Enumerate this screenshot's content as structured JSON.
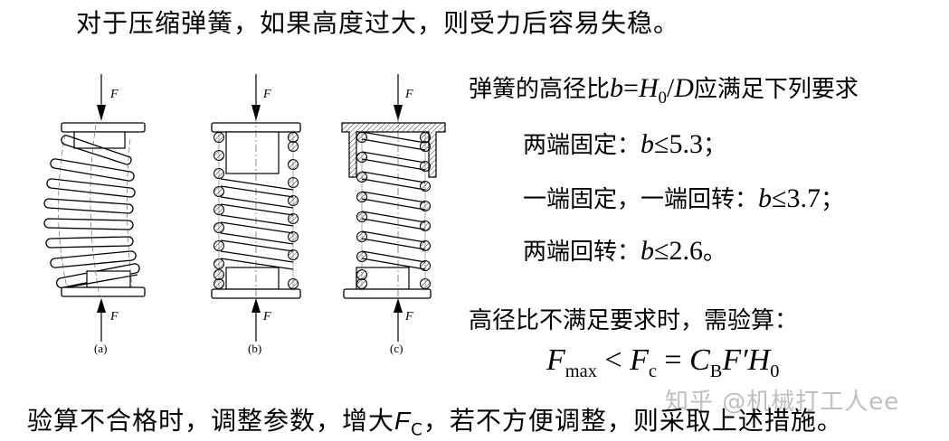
{
  "title": "对于压缩弹簧，如果高度过大，则受力后容易失稳。",
  "figure": {
    "force_label": "F",
    "captions": [
      "(a)",
      "(b)",
      "(c)"
    ],
    "panels": [
      {
        "id": "a",
        "description": "buckled compression spring between two plates"
      },
      {
        "id": "b",
        "description": "spring with guide seats at both ends (sectioned coils)"
      },
      {
        "id": "c",
        "description": "spring with cup-shaped sleeve at top end (sectioned coils)"
      }
    ]
  },
  "requirements": {
    "heading_prefix": "弹簧的高径比",
    "heading_var_b": "b",
    "heading_eq": "=",
    "heading_var_H": "H",
    "heading_sub_0": "0",
    "heading_slash": "/",
    "heading_var_D": "D",
    "heading_suffix": "应满足下列要求",
    "items": [
      {
        "label": "两端固定：",
        "var": "b",
        "op": "≤",
        "value": "5.3",
        "end": "；"
      },
      {
        "label": "一端固定，一端回转：",
        "var": "b",
        "op": "≤",
        "value": "3.7",
        "end": "；"
      },
      {
        "label": "两端回转：",
        "var": "b",
        "op": "≤",
        "value": "2.6",
        "end": "。"
      }
    ]
  },
  "check": {
    "text": "高径比不满足要求时，需验算：",
    "formula": {
      "F": "F",
      "max": "max",
      "lt": " < ",
      "c": "c",
      "eq": " = ",
      "C": "C",
      "B": "B",
      "Fprime": "F′",
      "H": "H",
      "zero": "0"
    }
  },
  "bottom": {
    "prefix": "验算不合格时，调整参数，增大",
    "var": "F",
    "sub": "C",
    "suffix": "，若不方便调整，则采取上述措施。"
  },
  "watermark": "知乎 @机械打工人ee"
}
